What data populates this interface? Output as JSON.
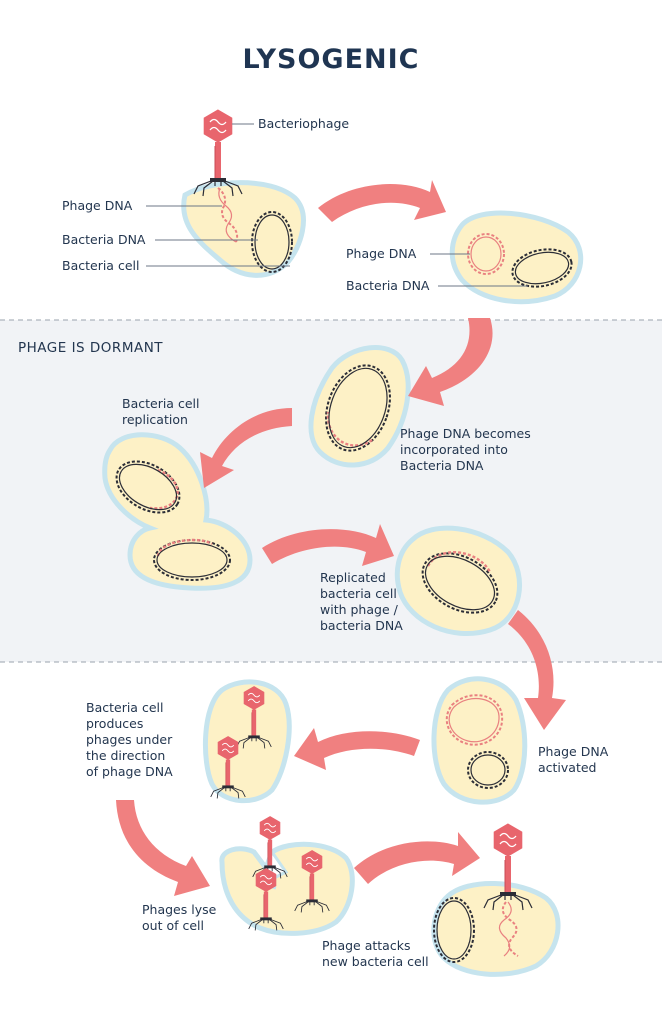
{
  "title": "LYSOGENIC",
  "section_label": "PHAGE IS DORMANT",
  "labels": {
    "bacteriophage": "Bacteriophage",
    "phage_dna_1": "Phage DNA",
    "bacteria_dna_1": "Bacteria DNA",
    "bacteria_cell": "Bacteria cell",
    "phage_dna_2": "Phage DNA",
    "bacteria_dna_2": "Bacteria DNA",
    "incorporated": "Phage DNA becomes\nincorporated into\nBacteria DNA",
    "replication": "Bacteria cell\nreplication",
    "replicated": "Replicated\nbacteria cell\nwith phage /\nbacteria DNA",
    "activated": "Phage DNA\nactivated",
    "produces": "Bacteria cell\nproduces\nphages under\nthe direction\nof phage DNA",
    "lyse": "Phages lyse\nout of cell",
    "attacks": "Phage attacks\nnew bacteria cell"
  },
  "colors": {
    "cell_fill": "#fdf1c6",
    "cell_outline": "#c6e4ee",
    "phage_dna": "#e98080",
    "bacteria_dna": "#2b2d36",
    "arrow": "#f08080",
    "dormant_band": "#f1f3f6",
    "text": "#23364f"
  }
}
